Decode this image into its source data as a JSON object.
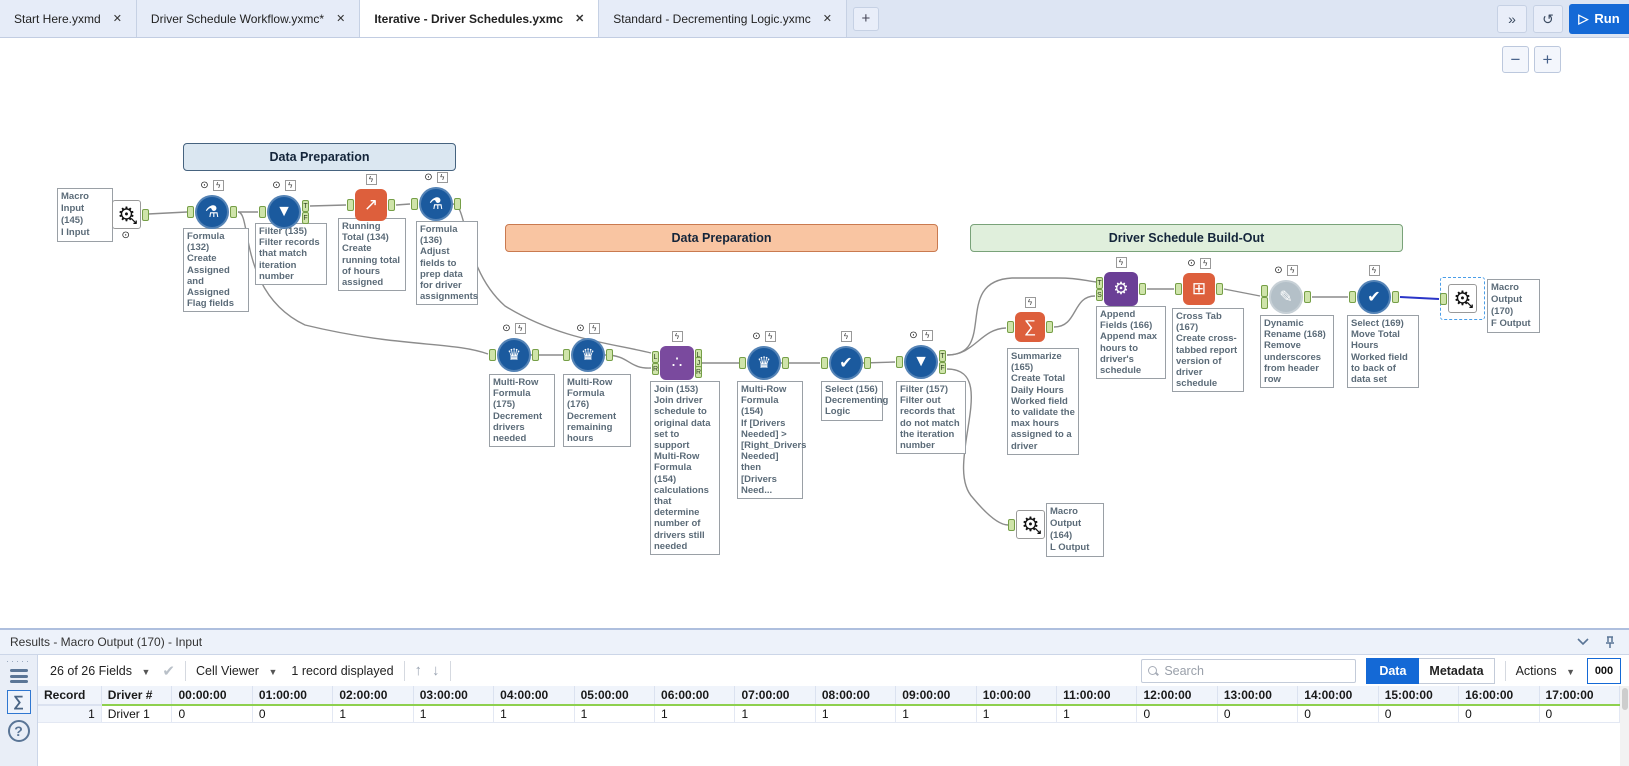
{
  "tab_bar": {
    "tabs": [
      {
        "label": "Start Here.yxmd"
      },
      {
        "label": "Driver Schedule Workflow.yxmc*"
      },
      {
        "label": "Iterative - Driver Schedules.yxmc"
      },
      {
        "label": "Standard - Decrementing Logic.yxmc"
      }
    ],
    "close_glyph": "✕",
    "new_tab_glyph": "+",
    "overflow_glyph": "»",
    "history_glyph": "↺",
    "run_button": {
      "play_glyph": "▷",
      "label": "Run"
    },
    "accent_color": "#1469d6"
  },
  "canvas": {
    "zoom_out_glyph": "−",
    "zoom_in_glyph": "+",
    "containers": [
      {
        "label": "Data Preparation",
        "theme": "blue",
        "fill": "#dbe7f1"
      },
      {
        "label": "Data Preparation",
        "theme": "orange",
        "fill": "#f9c5a2"
      },
      {
        "label": "Driver Schedule Build-Out",
        "theme": "green",
        "fill": "#e0efdc"
      }
    ],
    "nodes": [
      {
        "id": "145",
        "tool": "Macro Input",
        "label": "Macro Input\n(145)\nI Input"
      },
      {
        "id": "132",
        "tool": "Formula",
        "annotation": "Formula (132)\nCreate Assigned and Assigned Flag fields"
      },
      {
        "id": "135",
        "tool": "Filter",
        "annotation": "Filter (135)\nFilter records that match iteration number"
      },
      {
        "id": "134",
        "tool": "Running Total",
        "annotation": "Running Total (134)\nCreate running total of hours assigned"
      },
      {
        "id": "136",
        "tool": "Formula",
        "annotation": "Formula (136)\nAdjust fields to prep data for driver assignments"
      },
      {
        "id": "175",
        "tool": "Multi-Row Formula",
        "annotation": "Multi-Row Formula (175)\nDecrement drivers needed"
      },
      {
        "id": "176",
        "tool": "Multi-Row Formula",
        "annotation": "Multi-Row Formula (176)\nDecrement remaining hours"
      },
      {
        "id": "153",
        "tool": "Join",
        "annotation": "Join (153)\nJoin driver schedule to original data set to support Multi-Row Formula (154) calculations that determine number of drivers still needed"
      },
      {
        "id": "154",
        "tool": "Multi-Row Formula",
        "annotation": "Multi-Row Formula (154)\nIf [Drivers Needed] > [Right_Drivers Needed] then [Drivers Need..."
      },
      {
        "id": "156",
        "tool": "Select",
        "annotation": "Select (156)\nDecrementing Logic"
      },
      {
        "id": "157",
        "tool": "Filter",
        "annotation": "Filter (157)\nFilter out records that do not match the iteration number"
      },
      {
        "id": "165",
        "tool": "Summarize",
        "annotation": "Summarize (165)\nCreate Total Daily Hours Worked field to validate the max hours assigned to a driver"
      },
      {
        "id": "166",
        "tool": "Append Fields",
        "annotation": "Append Fields (166)\nAppend max hours to driver's schedule"
      },
      {
        "id": "167",
        "tool": "Cross Tab",
        "annotation": "Cross Tab (167)\nCreate cross-tabbed report version of driver schedule"
      },
      {
        "id": "168",
        "tool": "Dynamic Rename",
        "annotation": "Dynamic Rename (168)\nRemove underscores from header row"
      },
      {
        "id": "169",
        "tool": "Select",
        "annotation": "Select (169)\nMove Total Hours Worked field to back of data set"
      },
      {
        "id": "170",
        "tool": "Macro Output",
        "label": "Macro Output\n(170)\nF Output",
        "selected": true
      },
      {
        "id": "164",
        "tool": "Macro Output",
        "label": "Macro Output\n(164)\nL Output"
      }
    ]
  },
  "results": {
    "title": "Results - Macro Output (170) - Input",
    "toolbar": {
      "fields": "26 of 26 Fields",
      "cell_viewer": "Cell Viewer",
      "records": "1 record displayed",
      "search_placeholder": "Search",
      "data_label": "Data",
      "metadata_label": "Metadata",
      "actions_label": "Actions",
      "cell_digits": "000"
    },
    "table": {
      "columns": [
        "Record",
        "Driver #",
        "00:00:00",
        "01:00:00",
        "02:00:00",
        "03:00:00",
        "04:00:00",
        "05:00:00",
        "06:00:00",
        "07:00:00",
        "08:00:00",
        "09:00:00",
        "10:00:00",
        "11:00:00",
        "12:00:00",
        "13:00:00",
        "14:00:00",
        "15:00:00",
        "16:00:00",
        "17:00:00"
      ],
      "rows": [
        [
          "1",
          "Driver 1",
          "0",
          "0",
          "1",
          "1",
          "1",
          "1",
          "1",
          "1",
          "1",
          "1",
          "1",
          "1",
          "0",
          "0",
          "0",
          "0",
          "0",
          "0"
        ]
      ]
    }
  }
}
